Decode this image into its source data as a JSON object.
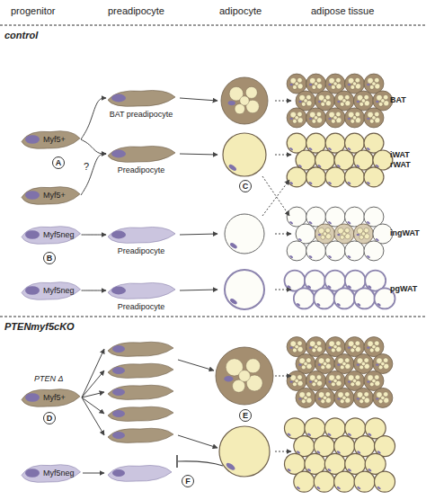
{
  "diagram": {
    "nodes": [
      {
        "text": [
          "Myf5+"
        ]
      },
      {
        "text": [
          "BAT preadipocyte"
        ]
      },
      {
        "text": [
          "Preadipocyte"
        ]
      },
      {
        "text": [
          "Myf5+"
        ]
      },
      {
        "text": [
          "Myf5neg"
        ]
      },
      {
        "text": [
          "Preadipocyte"
        ]
      },
      {
        "text": [
          "Myf5neg"
        ]
      },
      {
        "text": [
          "Preadipocyte"
        ]
      },
      {
        "text": [
          "Myf5+"
        ]
      },
      {
        "text": [
          "Myf5neg"
        ]
      }
    ],
    "edges": [
      {
        "from": 0,
        "to": 1,
        "arrow": "to"
      },
      {
        "from": 0,
        "to": 2,
        "arrow": "to"
      },
      {
        "from": 3,
        "to": 2,
        "arrow": "to"
      },
      {
        "from": 4,
        "to": 5,
        "arrow": "to"
      },
      {
        "from": 6,
        "to": 7,
        "arrow": "to"
      }
    ],
    "labels": [
      "progenitor",
      "preadipocyte",
      "adipocyte",
      "adipose tissue",
      "control",
      "A",
      "?",
      "B",
      "C",
      "BAT",
      "iWAT",
      "rWAT",
      "ingWAT",
      "pgWAT",
      "PTENmyf5cKO",
      "D",
      "PTEN Δ",
      "E",
      "F"
    ]
  }
}
